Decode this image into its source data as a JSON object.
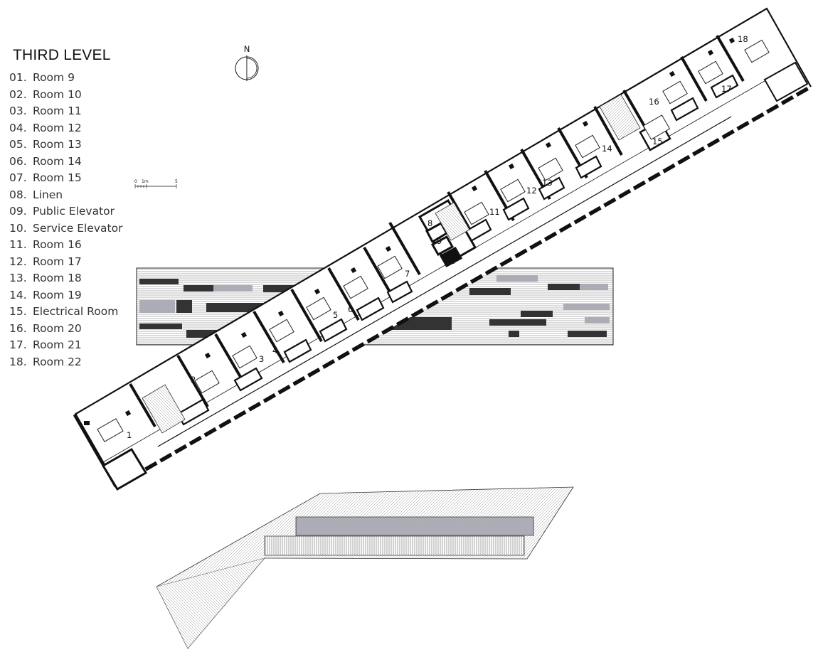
{
  "title": "THIRD LEVEL",
  "legend": [
    {
      "num": "01.",
      "label": "Room 9"
    },
    {
      "num": "02.",
      "label": "Room 10"
    },
    {
      "num": "03.",
      "label": "Room 11"
    },
    {
      "num": "04.",
      "label": "Room 12"
    },
    {
      "num": "05.",
      "label": "Room 13"
    },
    {
      "num": "06.",
      "label": "Room 14"
    },
    {
      "num": "07.",
      "label": "Room 15"
    },
    {
      "num": "08.",
      "label": "Linen"
    },
    {
      "num": "09.",
      "label": "Public Elevator"
    },
    {
      "num": "10.",
      "label": "Service Elevator"
    },
    {
      "num": "11.",
      "label": "Room 16"
    },
    {
      "num": "12.",
      "label": "Room 17"
    },
    {
      "num": "13.",
      "label": "Room 18"
    },
    {
      "num": "14.",
      "label": "Room 19"
    },
    {
      "num": "15.",
      "label": "Electrical Room"
    },
    {
      "num": "16.",
      "label": "Room 20"
    },
    {
      "num": "17.",
      "label": "Room 21"
    },
    {
      "num": "18.",
      "label": "Room 22"
    }
  ],
  "north_label": "N",
  "scale_bar": {
    "zero": "0",
    "one": "1m",
    "five": "5"
  },
  "plan_labels": [
    "1",
    "2",
    "3",
    "4",
    "5",
    "6",
    "7",
    "8",
    "9",
    "10",
    "11",
    "12",
    "13",
    "14",
    "15",
    "16",
    "17",
    "18"
  ]
}
